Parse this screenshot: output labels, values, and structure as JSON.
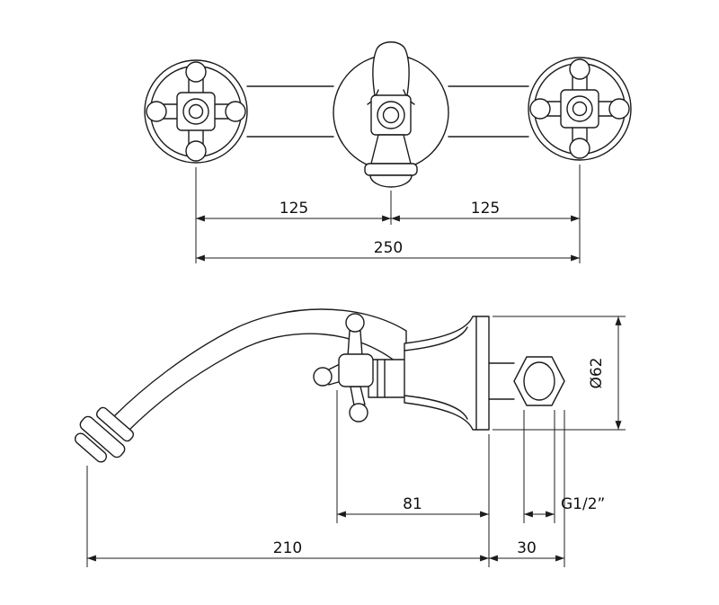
{
  "colors": {
    "line": "#1c1c1c",
    "background": "#ffffff"
  },
  "front_view": {
    "dims": {
      "left_half": "125",
      "right_half": "125",
      "total": "250"
    }
  },
  "side_view": {
    "dims": {
      "handle_to_wall": "81",
      "spout_reach": "210",
      "behind_wall": "30",
      "flange_diameter": "Ø62",
      "thread": "G1/2”"
    }
  }
}
